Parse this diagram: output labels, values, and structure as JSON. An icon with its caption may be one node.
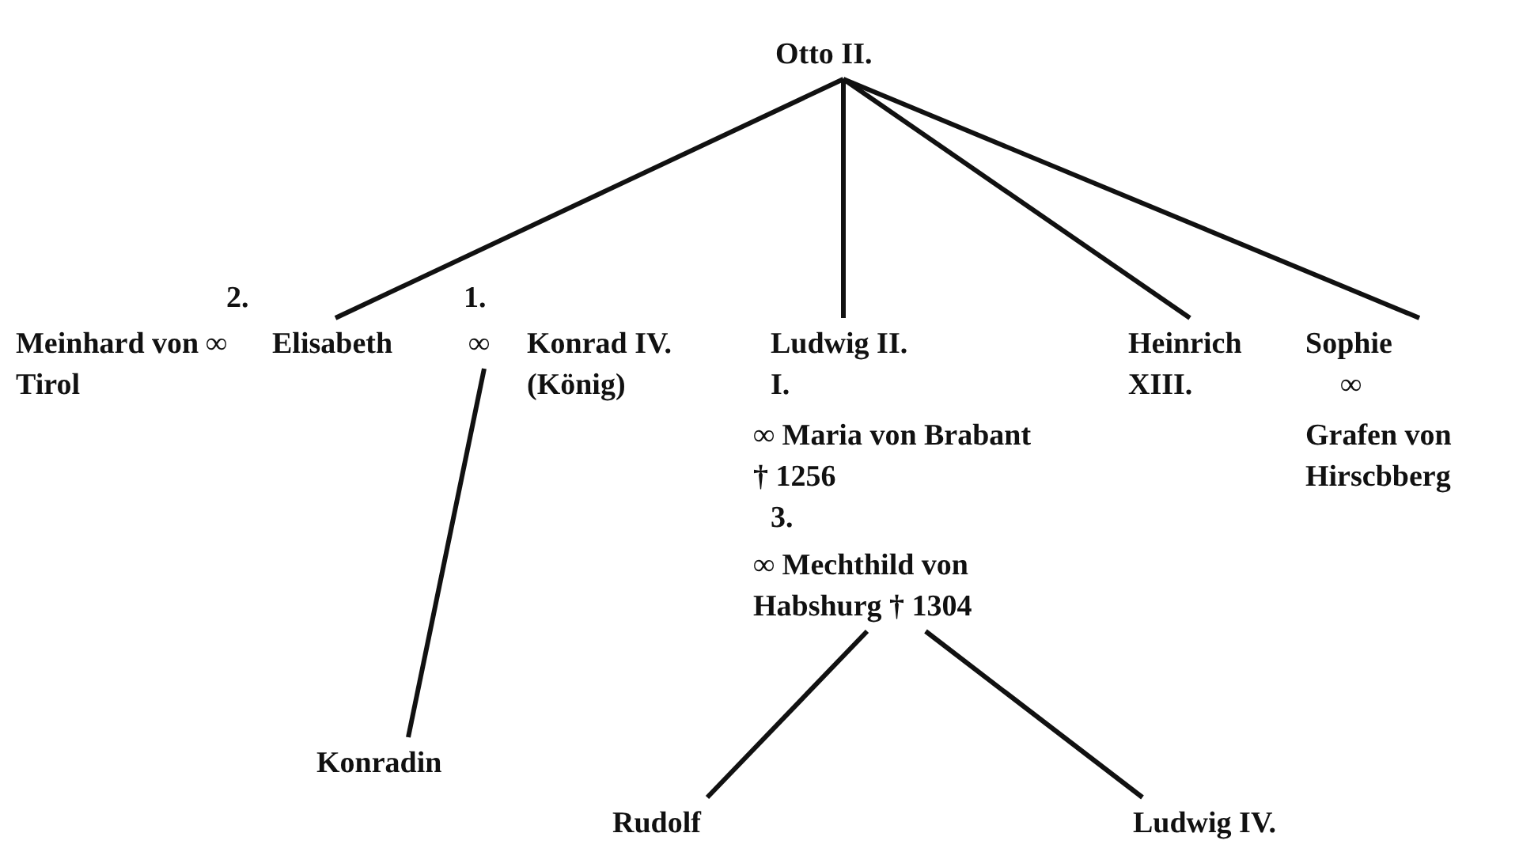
{
  "diagram": {
    "nodes": [
      {
        "text": [
          "Otto II."
        ]
      },
      {
        "text": [
          "Meinhard von Tirol"
        ]
      },
      {
        "text": [
          "Elisabeth"
        ]
      },
      {
        "text": [
          "∞"
        ]
      },
      {
        "text": [
          "Konrad IV. (König)"
        ]
      },
      {
        "text": [
          "Ludwig II.",
          "I.",
          "∞ Maria von Brabant † 1256",
          "3.",
          "∞ Mechthild von Habshurg † 1304"
        ]
      },
      {
        "text": [
          "Heinrich XIII."
        ]
      },
      {
        "text": [
          "Sophie",
          "∞",
          "Grafen von Hirscbberg"
        ]
      },
      {
        "text": [
          "Konradin"
        ]
      },
      {
        "text": [
          "Rudolf"
        ]
      },
      {
        "text": [
          "Ludwig IV."
        ]
      }
    ],
    "edges": [
      {
        "from": 0,
        "to": 2,
        "arrow": "none"
      },
      {
        "from": 0,
        "to": 5,
        "arrow": "none"
      },
      {
        "from": 0,
        "to": 6,
        "arrow": "none"
      },
      {
        "from": 0,
        "to": 7,
        "arrow": "none"
      },
      {
        "from": 3,
        "to": 8,
        "arrow": "none"
      },
      {
        "from": 5,
        "to": 9,
        "arrow": "none"
      },
      {
        "from": 5,
        "to": 10,
        "arrow": "none"
      }
    ],
    "labels": [
      "2.",
      "1.",
      "∞"
    ]
  }
}
